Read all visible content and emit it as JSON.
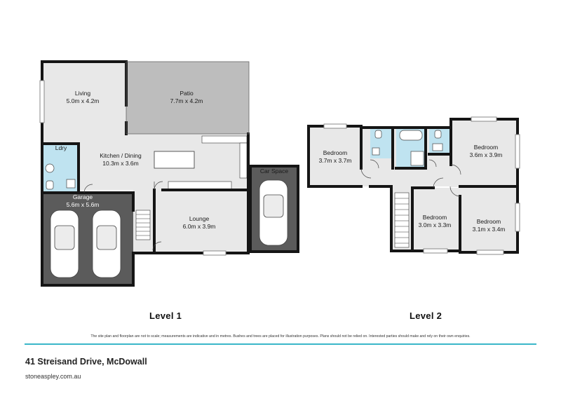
{
  "levels": [
    {
      "title": "Level 1"
    },
    {
      "title": "Level 2"
    }
  ],
  "rooms": {
    "living": {
      "name": "Living",
      "size": "5.0m x 4.2m"
    },
    "patio": {
      "name": "Patio",
      "size": "7.7m x 4.2m"
    },
    "ldry": {
      "name": "Ldry"
    },
    "kitchen": {
      "name": "Kitchen / Dining",
      "size": "10.3m x 3.6m"
    },
    "garage": {
      "name": "Garage",
      "size": "5.6m x 5.6m"
    },
    "lounge": {
      "name": "Lounge",
      "size": "6.0m x 3.9m"
    },
    "car_space": {
      "name": "Car Space"
    },
    "bedroom_a": {
      "name": "Bedroom",
      "size": "3.7m x 3.7m"
    },
    "bedroom_b": {
      "name": "Bedroom",
      "size": "3.6m x 3.9m"
    },
    "bedroom_c": {
      "name": "Bedroom",
      "size": "3.0m x 3.3m"
    },
    "bedroom_d": {
      "name": "Bedroom",
      "size": "3.1m x 3.4m"
    }
  },
  "colors": {
    "wall": "#151515",
    "floor": "#e8e8e8",
    "patio": "#bdbdbd",
    "garage": "#5b5b5b",
    "wet_area": "#bfe3f0",
    "accent_line": "#3bb7c9"
  },
  "disclaimer": "The site plan and floorplan are not to scale; measurements are indicative and in metres. Bushes and trees are placed for illustration purposes. Plans should not be relied on. Interested parties should make and rely on their own enquiries.",
  "address": "41 Streisand Drive, McDowall",
  "website": "stoneaspley.com.au"
}
